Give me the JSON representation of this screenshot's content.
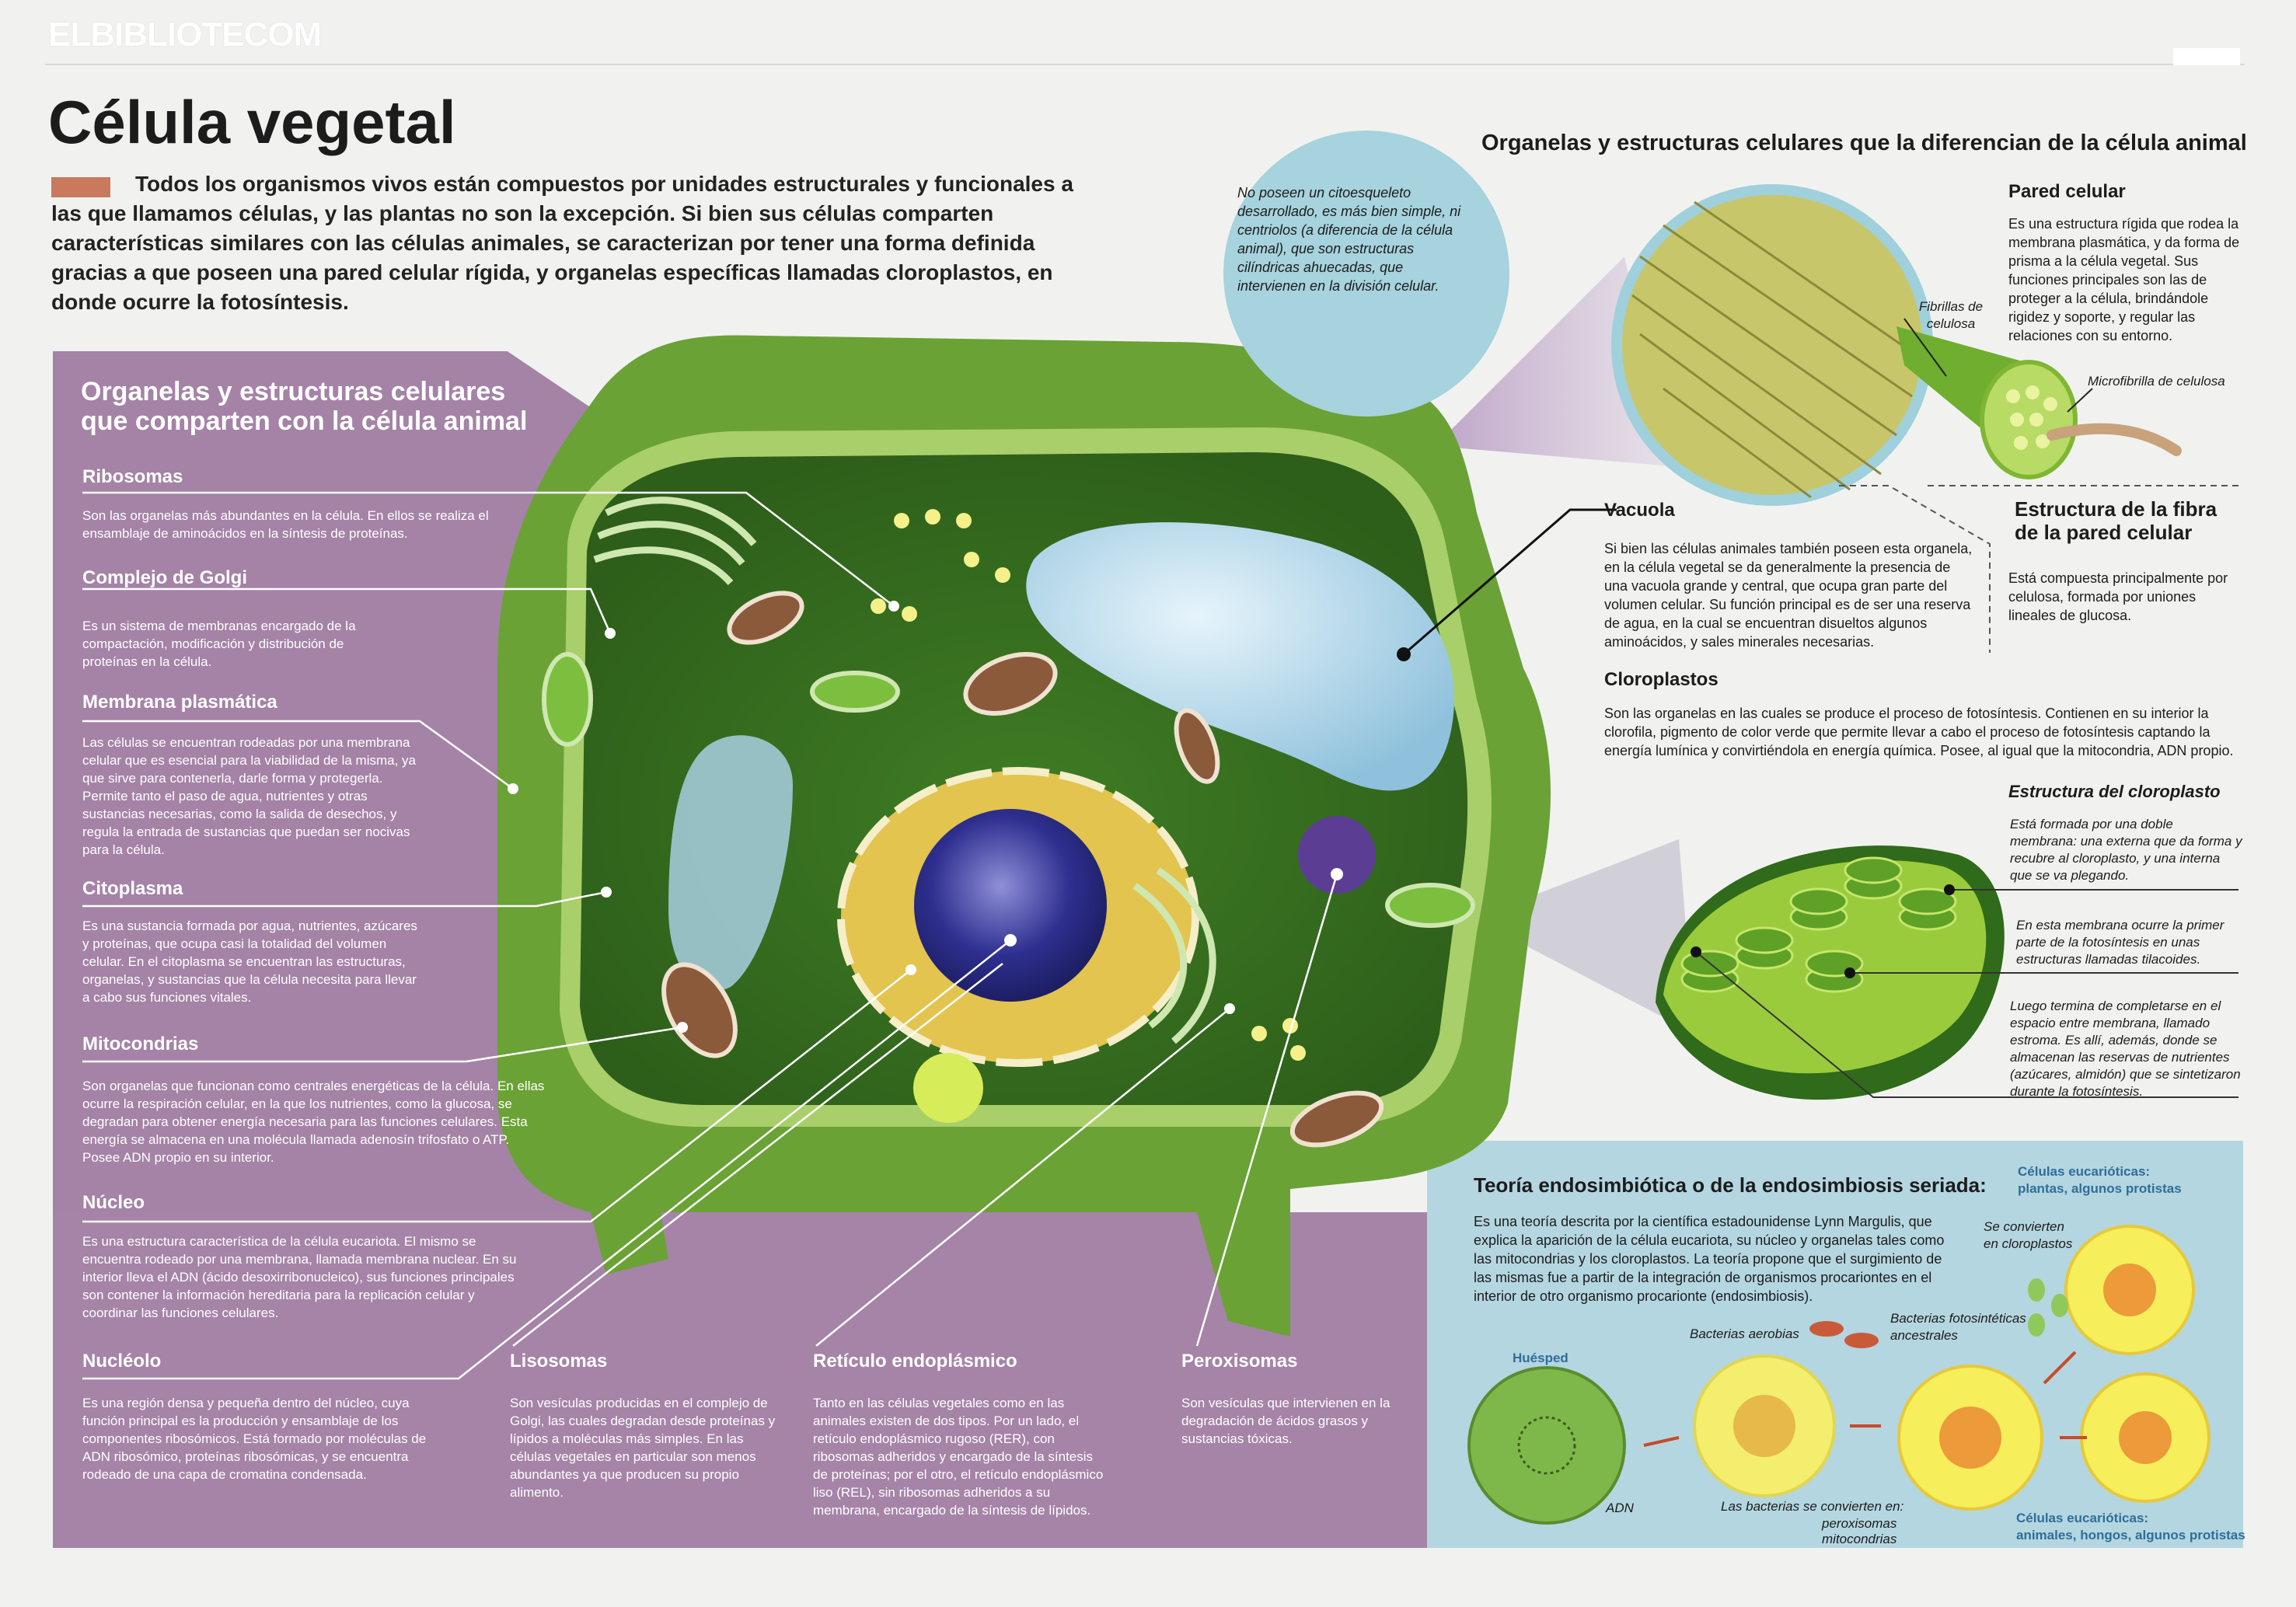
{
  "header": {
    "logo": "ELBIBLIOTECOM",
    "title": "Célula vegetal"
  },
  "intro": "Todos los organismos vivos están compuestos por unidades estructurales y funcionales a las que llamamos células,  y las plantas no son la excepción. Si bien  sus células comparten características similares con las células animales, se caracterizan por tener una forma definida gracias a que poseen una pared celular rígida, y organelas específicas llamadas cloroplastos, en donde ocurre la fotosíntesis.",
  "left_panel": {
    "title_line1": "Organelas y estructuras celulares",
    "title_line2": "que comparten con la célula animal",
    "items": [
      {
        "label": "Ribosomas",
        "text": "Son las organelas más abundantes en la célula. En ellos se realiza el ensamblaje de aminoácidos en la síntesis de proteínas."
      },
      {
        "label": "Complejo de Golgi",
        "text": "Es un sistema de membranas encargado de la compactación, modificación y distribución de proteínas en la célula."
      },
      {
        "label": "Membrana plasmática",
        "text": "Las células se encuentran rodeadas por una membrana celular que es esencial para la viabilidad de la misma, ya que sirve para contenerla, darle forma y protegerla. Permite tanto el paso de agua, nutrientes y otras sustancias necesarias, como la salida de desechos, y regula la entrada de sustancias que puedan ser nocivas para la célula."
      },
      {
        "label": "Citoplasma",
        "text": "Es una sustancia formada por agua, nutrientes, azúcares y proteínas, que ocupa casi la totalidad del volumen celular. En el citoplasma se encuentran las estructuras, organelas, y sustancias que la célula necesita para llevar a cabo sus funciones vitales."
      },
      {
        "label": "Mitocondrias",
        "text": "Son organelas que funcionan como centrales energéticas de la célula. En ellas ocurre la respiración celular, en la que los nutrientes, como la glucosa, se degradan para obtener energía necesaria para las funciones celulares. Esta energía se almacena en una molécula llamada adenosín trifosfato o ATP. Posee ADN propio en su interior."
      },
      {
        "label": "Núcleo",
        "text": "Es una estructura característica de la célula eucariota. El mismo se encuentra rodeado por una membrana, llamada membrana nuclear. En su interior lleva el ADN (ácido desoxirribonucleico), sus funciones principales son contener la información hereditaria para la replicación celular y coordinar las funciones celulares."
      },
      {
        "label": "Nucléolo",
        "text": "Es una región densa y pequeña dentro del núcleo, cuya función principal es la producción y ensamblaje de los componentes ribosómicos. Está formado por moléculas de ADN ribosómico, proteínas ribosómicas, y se encuentra rodeado de una capa de cromatina condensada."
      }
    ],
    "bottom_items": [
      {
        "label": "Lisosomas",
        "text": "Son vesículas producidas en el complejo de Golgi, las cuales degradan desde proteínas y lípidos a moléculas más simples. En las células vegetales en particular son menos abundantes ya que producen su propio alimento."
      },
      {
        "label": "Retículo endoplásmico",
        "text": "Tanto en las células vegetales como en las animales existen de dos tipos. Por un lado, el retículo endoplásmico rugoso (RER), con ribosomas adheridos y encargado de la síntesis de proteínas; por el otro, el retículo endoplásmico liso (REL), sin ribosomas adheridos a su membrana, encargado de la síntesis de lípidos."
      },
      {
        "label": "Peroxisomas",
        "text": "Son vesículas que intervienen en la degradación de ácidos grasos y sustancias tóxicas."
      }
    ]
  },
  "circle_note": "No poseen un citoesqueleto desarrollado, es más bien simple, ni centriolos (a diferencia de la célula animal), que son estructuras  cilíndricas ahuecadas, que intervienen en la división celular.",
  "right_panel": {
    "title": "Organelas y estructuras celulares que la diferencian de la célula animal",
    "pared": {
      "label": "Pared celular",
      "text": "Es una estructura rígida que rodea la membrana plasmática, y da forma de prisma a la célula vegetal. Sus funciones principales son las de proteger a la célula, brindándole rigidez y soporte, y regular las relaciones con su entorno."
    },
    "fibrillas": "Fibrillas de celulosa",
    "microfibrilla": "Microfibrilla de celulosa",
    "fibra": {
      "label_line1": "Estructura de la fibra",
      "label_line2": "de la pared celular",
      "text": "Está compuesta principalmente por celulosa,  formada por uniones lineales de glucosa."
    },
    "vacuola": {
      "label": "Vacuola",
      "text": "Si bien las células animales también poseen esta organela, en la célula vegetal se da generalmente la presencia de una vacuola grande y central, que ocupa gran parte del volumen celular. Su función principal es de ser una reserva de agua, en la cual se encuentran disueltos algunos aminoácidos, y sales minerales necesarias."
    },
    "cloroplastos": {
      "label": "Cloroplastos",
      "text": "Son las  organelas en las cuales se produce el proceso de fotosíntesis. Contienen en su interior la clorofila, pigmento de color verde que permite llevar a cabo el proceso de fotosíntesis captando la energía lumínica y convirtiéndola en energía química. Posee, al igual que la mitocondria, ADN propio."
    },
    "estructura_cloroplasto": {
      "label": "Estructura del cloroplasto",
      "notes": [
        "Está formada por una doble membrana: una externa que da forma y recubre al cloroplasto, y una interna que se va plegando.",
        "En esta membrana ocurre la primer parte de la fotosíntesis en unas estructuras llamadas tilacoides.",
        "Luego  termina de completarse en  el espacio entre membrana, llamado estroma. Es allí, además, donde se almacenan las reservas de nutrientes (azúcares, almidón) que se sintetizaron durante la fotosíntesis."
      ]
    }
  },
  "endosymbiosis": {
    "title": "Teoría endosimbiótica o de la endosimbiosis seriada:",
    "text": "Es una teoría descrita por la científica estadounidense Lynn Margulis, que explica la aparición de la célula eucariota, su núcleo y organelas tales como las mitocondrias y los cloroplastos.  La teoría propone que el surgimiento de las mismas fue a partir de la integración de organismos procariontes en el interior de  otro organismo procarionte (endosimbiosis).",
    "huesped": "Huésped",
    "adn": "ADN",
    "bacterias_aerobias": "Bacterias aerobias",
    "bacterias_foto_1": "Bacterias fotosintéticas",
    "bacterias_foto_2": "ancestrales",
    "se_convierten_1": "Se convierten",
    "se_convierten_2": "en cloroplastos",
    "bacterias_convierten_1": "Las bacterias se convierten en:",
    "bacterias_convierten_2": "peroxisomas",
    "bacterias_convierten_3": "mitocondrias",
    "eucariotas_plantas_1": "Células eucarióticas:",
    "eucariotas_plantas_2": "plantas, algunos protistas",
    "eucariotas_animales_1": "Células eucarióticas:",
    "eucariotas_animales_2": "animales, hongos, algunos protistas"
  },
  "colors": {
    "purple": "#a483a6",
    "blue_panel": "#b4d6e0",
    "cell_green": "#5f9a2f",
    "accent": "#c97a5d"
  }
}
